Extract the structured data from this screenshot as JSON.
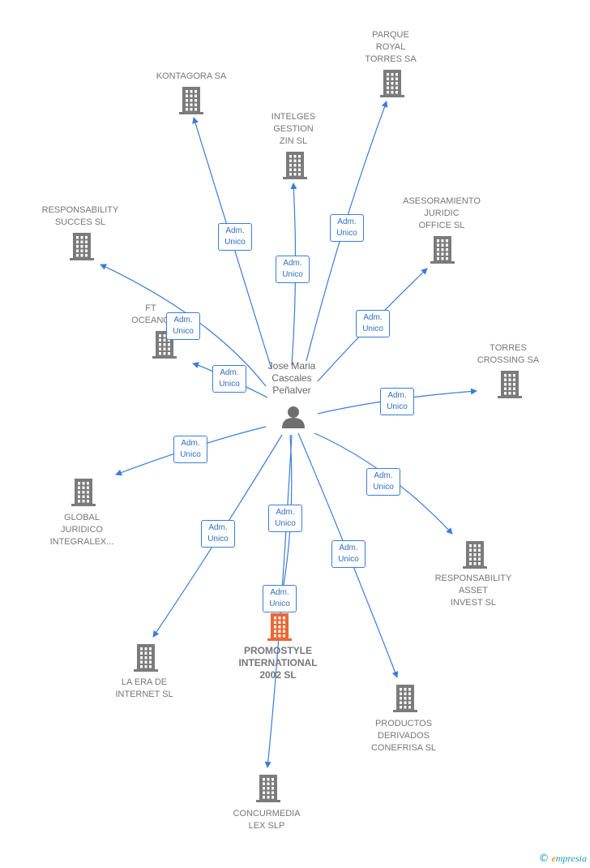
{
  "colors": {
    "edge": "#3b7dd8",
    "building": "#7b7b7b",
    "building_highlight": "#ee6633",
    "person": "#6e6e6e"
  },
  "person": {
    "label": "Jose Maria\nCascales\nPeñalver",
    "icon": "person-icon"
  },
  "relation_label": "Adm.\nUnico",
  "companies": [
    {
      "key": "kontagora",
      "label": "KONTAGORA SA"
    },
    {
      "key": "parque",
      "label": "PARQUE\nROYAL\nTORRES SA"
    },
    {
      "key": "intelges",
      "label": "INTELGES\nGESTION\nZIN SL"
    },
    {
      "key": "asesoramiento",
      "label": "ASESORAMIENTO\nJURIDIC\nOFFICE  SL"
    },
    {
      "key": "resp_succes",
      "label": "RESPONSABILITY\nSUCCES  SL"
    },
    {
      "key": "ft_ocean",
      "label": "FT\nOCEANO"
    },
    {
      "key": "torres",
      "label": "TORRES\nCROSSING SA"
    },
    {
      "key": "global",
      "label": "GLOBAL\nJURIDICO\nINTEGRALEX..."
    },
    {
      "key": "resp_asset",
      "label": "RESPONSABILITY\nASSET\nINVEST  SL"
    },
    {
      "key": "promostyle",
      "label": "PROMOSTYLE\nINTERNATIONAL\n2002  SL",
      "highlight": true
    },
    {
      "key": "laera",
      "label": "LA ERA DE\nINTERNET SL"
    },
    {
      "key": "productos",
      "label": "PRODUCTOS\nDERIVADOS\nCONEFRISA SL"
    },
    {
      "key": "concurmedia",
      "label": "CONCURMEDIA\nLEX SLP"
    }
  ],
  "brand": {
    "symbol": "©",
    "initial": "e",
    "name": "mpresia"
  }
}
